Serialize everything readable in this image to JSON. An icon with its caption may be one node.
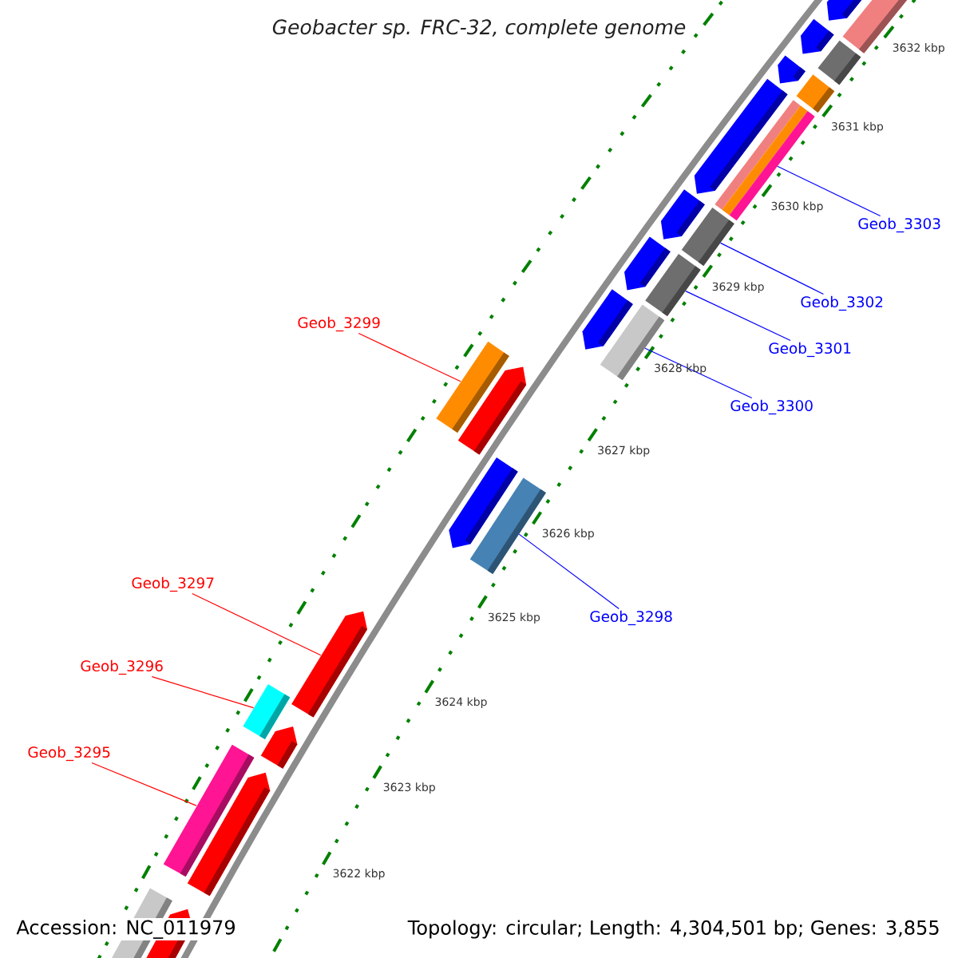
{
  "diagram": {
    "title": "Geobacter sp. FRC-32, complete genome",
    "nodes": [
      {
        "text": [
          "Geob_3303"
        ]
      },
      {
        "text": [
          "Geob_3302"
        ]
      },
      {
        "text": [
          "Geob_3301"
        ]
      },
      {
        "text": [
          "Geob_3299"
        ]
      },
      {
        "text": [
          "Geob_3300"
        ]
      },
      {
        "text": [
          "Geob_3298"
        ]
      },
      {
        "text": [
          "Geob_3297"
        ]
      },
      {
        "text": [
          "Geob_3296"
        ]
      },
      {
        "text": [
          "Geob_3295"
        ]
      },
      {
        "text": [],
        "shape": "bar"
      },
      {
        "text": [],
        "shape": "bar"
      },
      {
        "text": [],
        "shape": "bar"
      },
      {
        "text": [],
        "shape": "bar"
      },
      {
        "text": [],
        "shape": "bar"
      },
      {
        "text": [],
        "shape": "bar"
      },
      {
        "text": [],
        "shape": "bar"
      },
      {
        "text": [],
        "shape": "bar"
      },
      {
        "text": [],
        "shape": "bar"
      }
    ],
    "edges": [
      {
        "from": 0,
        "to": 9,
        "arrow": "none",
        "color": "#0000ff"
      },
      {
        "from": 1,
        "to": 10,
        "arrow": "none",
        "color": "#0000ff"
      },
      {
        "from": 2,
        "to": 11,
        "arrow": "none",
        "color": "#0000ff"
      },
      {
        "from": 3,
        "to": 12,
        "arrow": "none",
        "color": "#ff0000"
      },
      {
        "from": 4,
        "to": 13,
        "arrow": "none",
        "color": "#0000ff"
      },
      {
        "from": 5,
        "to": 14,
        "arrow": "none",
        "color": "#0000ff"
      },
      {
        "from": 6,
        "to": 15,
        "arrow": "none",
        "color": "#ff0000"
      },
      {
        "from": 7,
        "to": 16,
        "arrow": "none",
        "color": "#ff0000"
      },
      {
        "from": 8,
        "to": 17,
        "arrow": "none",
        "color": "#ff0000"
      }
    ],
    "labels": [
      "3632 kbp",
      "3631 kbp",
      "3630 kbp",
      "3629 kbp",
      "3628 kbp",
      "3627 kbp",
      "3626 kbp",
      "3625 kbp",
      "3624 kbp",
      "3623 kbp",
      "3622 kbp",
      "Accession: NC_011979",
      "Topology: circular; Length: 4,304,501 bp; Genes: 3,855"
    ]
  }
}
